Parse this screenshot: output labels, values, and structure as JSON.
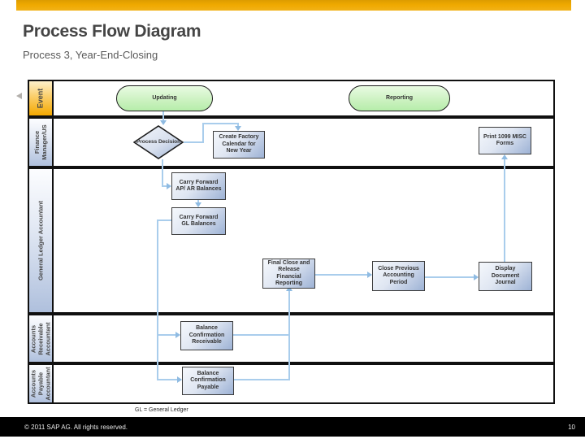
{
  "slide": {
    "title": "Process Flow Diagram",
    "subtitle": "Process 3, Year-End-Closing",
    "footnote": "GL = General Ledger",
    "footer": {
      "copyright": "© 2011 SAP AG. All rights reserved.",
      "page_number": "10"
    }
  },
  "colors": {
    "accent_gold": "#EFA900",
    "lane_label_blue": "#AFC0DD",
    "event_shape_green": "#C9F0BD",
    "process_shape_blue": "#9DB2D5",
    "connector_blue": "#A9CDEC",
    "border_black": "#101010"
  },
  "diagram": {
    "lanes": [
      {
        "label": "Event"
      },
      {
        "label": "Finance Manager/US"
      },
      {
        "label": "General Ledger Accountant"
      },
      {
        "label": "Accounts Receivable Accountant"
      },
      {
        "label": "Accounts Payable Accountant"
      }
    ],
    "events": [
      {
        "label": "Updating"
      },
      {
        "label": "Reporting"
      }
    ],
    "decisions": [
      {
        "label": "Process Decision"
      }
    ],
    "processes": [
      {
        "label": "Create Factory Calendar for New Year"
      },
      {
        "label": "Print 1099 MISC Forms"
      },
      {
        "label": "Carry Forward AP/ AR Balances"
      },
      {
        "label": "Carry Forward GL Balances"
      },
      {
        "label": "Final Close and Release Financial Reporting"
      },
      {
        "label": "Close Previous Accounting Period"
      },
      {
        "label": "Display Document Journal"
      },
      {
        "label": "Balance Confirmation Receivable"
      },
      {
        "label": "Balance Confirmation Payable"
      }
    ]
  }
}
